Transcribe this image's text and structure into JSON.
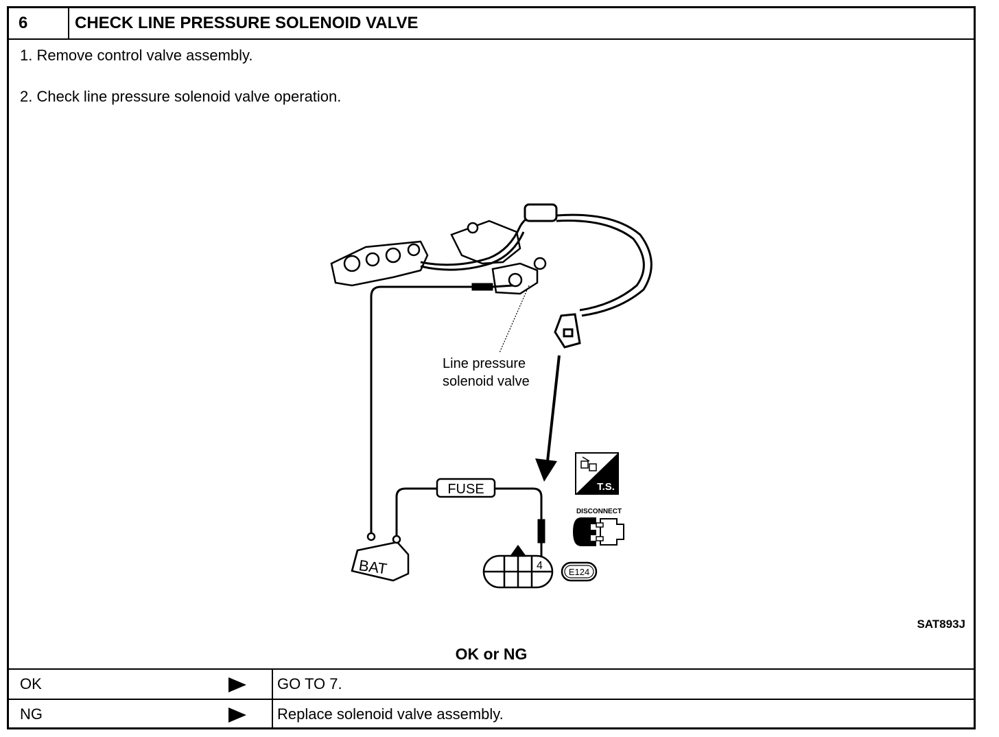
{
  "header": {
    "number": "6",
    "title": "CHECK LINE PRESSURE SOLENOID VALVE"
  },
  "steps": [
    "1.  Remove control valve assembly.",
    "2.  Check line pressure solenoid valve operation."
  ],
  "diagram": {
    "callout_line1": "Line  pressure",
    "callout_line2": "solenoid  valve",
    "fuse_label": "FUSE",
    "battery_label": "BAT",
    "terminal_number": "4",
    "connector_code": "E124",
    "ts_label": "T.S.",
    "disconnect_label": "DISCONNECT"
  },
  "figure_code": "SAT893J",
  "result_heading": "OK or NG",
  "results": [
    {
      "label": "OK",
      "action": "GO TO 7."
    },
    {
      "label": "NG",
      "action": "Replace solenoid valve assembly."
    }
  ]
}
